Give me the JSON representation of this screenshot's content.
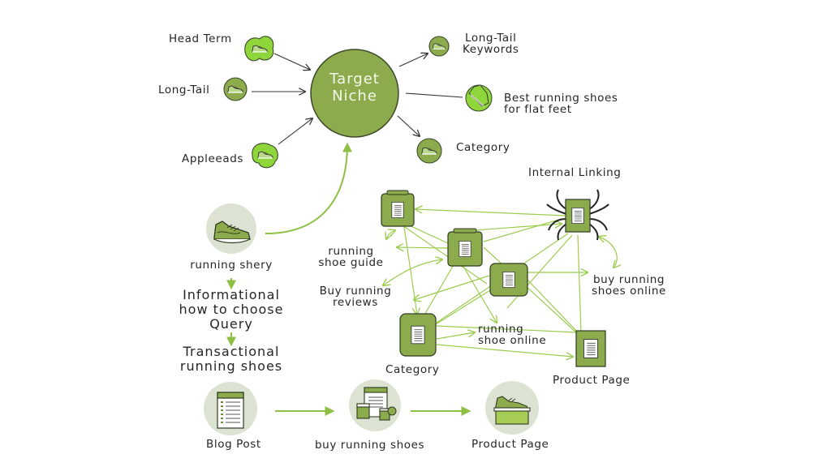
{
  "colors": {
    "brand_green": "#8cab4c",
    "lime": "#8fd63a",
    "dark_green": "#6e8f3a",
    "pale_circle": "#dde3d2",
    "arrow_light": "#9ccc4e",
    "arrow_dark": "#333333",
    "text": "#262626"
  },
  "hub": {
    "title_lines": [
      "Target",
      "Niche"
    ],
    "inputs": [
      {
        "label": "Head Term",
        "icon": "shoe-blob-icon"
      },
      {
        "label": "Long-Tail",
        "icon": "shoe-circle-icon"
      },
      {
        "label": "Appleeads",
        "icon": "shoe-blob-icon"
      }
    ],
    "outputs": [
      {
        "label_lines": [
          "Long-Tail",
          "Keywords"
        ],
        "icon": "shoe-circle-icon"
      },
      {
        "label_lines": [
          "Best running shoes",
          "for flat feet"
        ],
        "icon": "running-shoe-icon"
      },
      {
        "label_lines": [
          "Category"
        ],
        "icon": "shoe-circle-icon"
      }
    ]
  },
  "funnel": {
    "start_label": "running shery",
    "steps": [
      [
        "Informational",
        "how to choose",
        "Query"
      ],
      [
        "Transactional",
        "running shoes"
      ]
    ]
  },
  "internal_linking": {
    "title": "Internal Linking",
    "labels": {
      "running_shoe_guide": [
        "running",
        "shoe guide"
      ],
      "buy_running_reviews": [
        "Buy running",
        "reviews"
      ],
      "running_shoe_online": [
        "running",
        "shoe online"
      ],
      "buy_running_shoes_online": [
        "buy running",
        "shoes online"
      ],
      "category": "Category",
      "product_page": "Product Page"
    }
  },
  "flow": {
    "steps": [
      {
        "label": "Blog Post",
        "icon": "blog-post-icon"
      },
      {
        "label": "buy running shoes",
        "icon": "shopping-pages-icon"
      },
      {
        "label": "Product Page",
        "icon": "shoe-box-icon"
      }
    ]
  }
}
